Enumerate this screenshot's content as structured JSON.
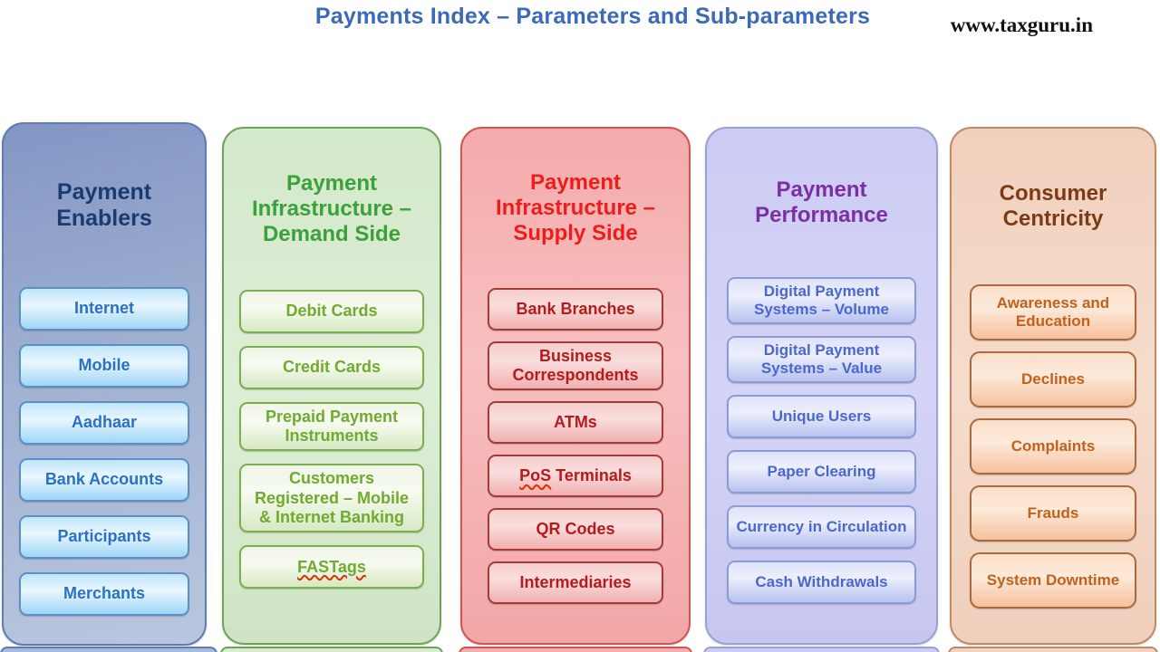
{
  "page": {
    "title": "Payments Index – Parameters and Sub-parameters",
    "title_color": "#3a6ab8",
    "watermark": "www.taxguru.in"
  },
  "columns": [
    {
      "id": "payment-enablers",
      "title": "Payment Enablers",
      "header_text_color": "#1b3a70",
      "item_text_color": "#2a70c8",
      "items": [
        {
          "label": "Internet"
        },
        {
          "label": "Mobile"
        },
        {
          "label": "Aadhaar"
        },
        {
          "label": "Bank Accounts"
        },
        {
          "label": "Participants"
        },
        {
          "label": "Merchants"
        }
      ]
    },
    {
      "id": "payment-infrastructure-demand-side",
      "title": "Payment Infrastructure – Demand Side",
      "header_text_color": "#3ba13b",
      "item_text_color": "#70aa2e",
      "items": [
        {
          "label": "Debit Cards"
        },
        {
          "label": "Credit Cards"
        },
        {
          "label": "Prepaid Payment Instruments"
        },
        {
          "label": "Customers Registered – Mobile & Internet Banking"
        },
        {
          "label": "FASTags",
          "spellcheck_underline": "FASTags"
        }
      ]
    },
    {
      "id": "payment-infrastructure-supply-side",
      "title": "Payment Infrastructure – Supply Side",
      "header_text_color": "#ee1d1d",
      "item_text_color": "#b51b1b",
      "items": [
        {
          "label": "Bank Branches"
        },
        {
          "label": "Business Correspondents"
        },
        {
          "label": "ATMs"
        },
        {
          "label": "PoS Terminals",
          "spellcheck_underline": "PoS"
        },
        {
          "label": "QR Codes"
        },
        {
          "label": "Intermediaries"
        }
      ]
    },
    {
      "id": "payment-performance",
      "title": "Payment Performance",
      "header_text_color": "#7b2fa3",
      "item_text_color": "#4a67cf",
      "items": [
        {
          "label": "Digital Payment Systems – Volume"
        },
        {
          "label": "Digital Payment Systems – Value"
        },
        {
          "label": "Unique Users"
        },
        {
          "label": "Paper Clearing"
        },
        {
          "label": "Currency in Circulation"
        },
        {
          "label": "Cash Withdrawals"
        }
      ]
    },
    {
      "id": "consumer-centricity",
      "title": "Consumer Centricity",
      "header_text_color": "#7c3b14",
      "item_text_color": "#c2611c",
      "items": [
        {
          "label": "Awareness and Education"
        },
        {
          "label": "Declines"
        },
        {
          "label": "Complaints"
        },
        {
          "label": "Frauds"
        },
        {
          "label": "System Downtime"
        }
      ]
    }
  ]
}
